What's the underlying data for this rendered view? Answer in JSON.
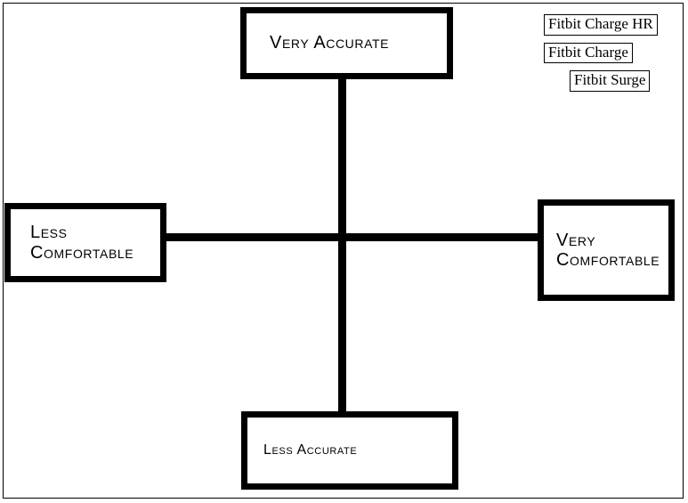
{
  "diagram": {
    "type": "two-axis-quadrant-matrix",
    "axes": {
      "vertical": {
        "top_label": "Very Accurate",
        "bottom_label": "Less Accurate"
      },
      "horizontal": {
        "left_label": "Less\nComfortable",
        "right_label": "Very\nComfortable"
      }
    },
    "quadrant_boxes": [
      {
        "name": "very-accurate",
        "text": "Very Accurate"
      },
      {
        "name": "less-accurate",
        "text": "Less Accurate"
      },
      {
        "name": "less-comfortable",
        "text": "Less\nComfortable"
      },
      {
        "name": "very-comfortable",
        "text": "Very\nComfortable"
      }
    ]
  },
  "legend": {
    "items": [
      {
        "label": "Fitbit Charge HR"
      },
      {
        "label": "Fitbit Charge"
      },
      {
        "label": "Fitbit Surge"
      }
    ]
  },
  "colors": {
    "line": "#000000",
    "box_border": "#000000",
    "text": "#000000",
    "background": "#ffffff"
  }
}
